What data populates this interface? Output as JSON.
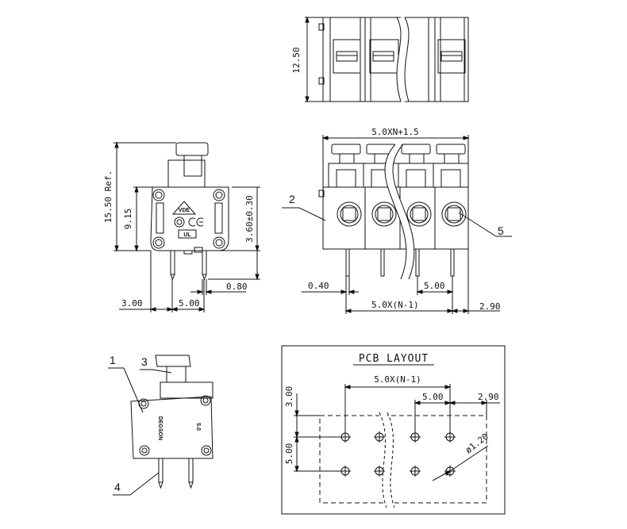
{
  "top_view": {
    "height_dim": "12.50"
  },
  "front_view": {
    "width_formula": "5.0XN+1.5",
    "pin_spacing": "5.00",
    "pitch_formula": "5.0X(N-1)",
    "pin_width": "0.40",
    "end_offset": "2.90"
  },
  "side_view": {
    "overall_height": "15.50 Ref.",
    "body_height": "9.15",
    "pin_height": "3.60±0.30",
    "pin_thickness": "0.80",
    "offset_left": "3.00",
    "pin_spacing": "5.00"
  },
  "pcb_layout": {
    "title": "PCB LAYOUT",
    "pitch_formula": "5.0X(N-1)",
    "pitch": "5.00",
    "end_offset": "2.90",
    "top_offset": "3.00",
    "row_spacing": "5.00",
    "hole_diameter": "ø1.20"
  },
  "callouts": [
    "1",
    "2",
    "3",
    "4",
    "5"
  ],
  "body_markings": {
    "vde": "VDE",
    "ce": "CE",
    "ul": "UL",
    "brand": "DEGSON",
    "rating": "5.0"
  }
}
